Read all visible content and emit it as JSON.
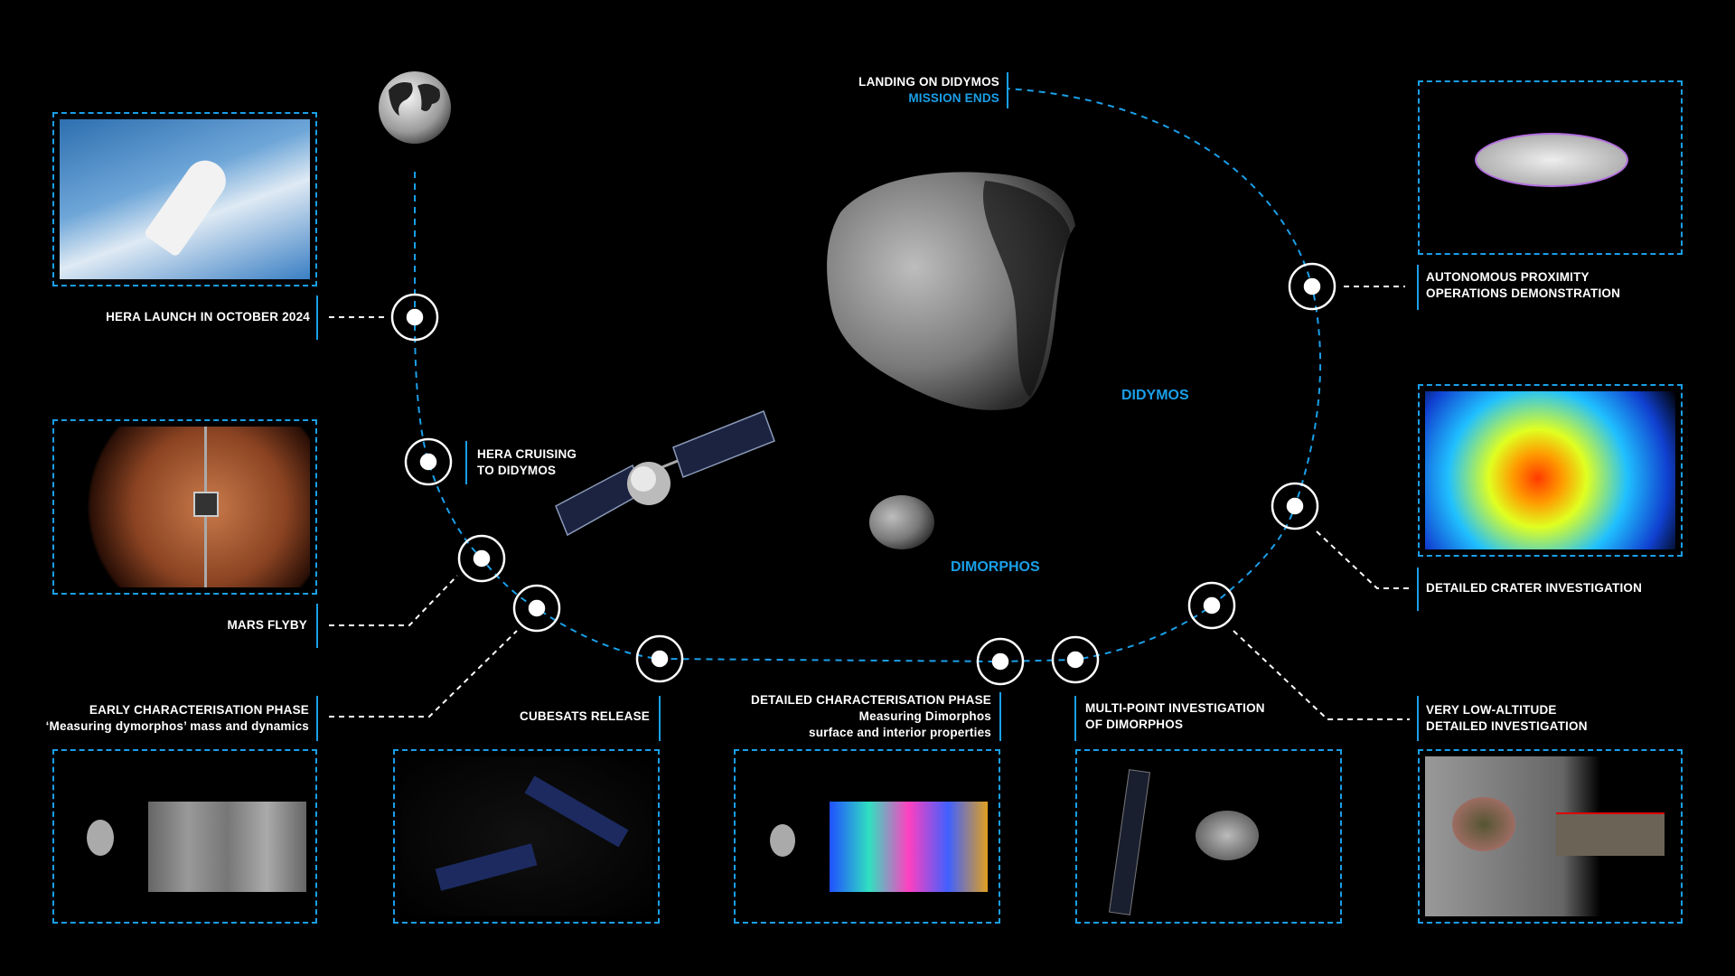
{
  "labels": {
    "launch": "HERA LAUNCH IN OCTOBER 2024",
    "cruising_1": "HERA CRUISING",
    "cruising_2": "TO DIDYMOS",
    "mars": "MARS FLYBY",
    "early_1": "EARLY CHARACTERISATION PHASE",
    "early_2": "‘Measuring dymorphos’ mass and dynamics",
    "cubesats": "CUBESATS RELEASE",
    "detailed_1": "DETAILED CHARACTERISATION PHASE",
    "detailed_2": "Measuring Dimorphos",
    "detailed_3": "surface and interior properties",
    "multi_1": "MULTI-POINT INVESTIGATION",
    "multi_2": "OF DIMORPHOS",
    "verylow_1": "VERY LOW-ALTITUDE",
    "verylow_2": "DETAILED INVESTIGATION",
    "crater": "DETAILED CRATER INVESTIGATION",
    "autonomous_1": "AUTONOMOUS PROXIMITY",
    "autonomous_2": "OPERATIONS DEMONSTRATION",
    "landing_1": "LANDING ON DIDYMOS",
    "landing_2": "MISSION ENDS",
    "didymos": "DIDYMOS",
    "dimorphos": "DIMORPHOS"
  },
  "colors": {
    "accent": "#1a9fe8",
    "background": "#000000"
  }
}
